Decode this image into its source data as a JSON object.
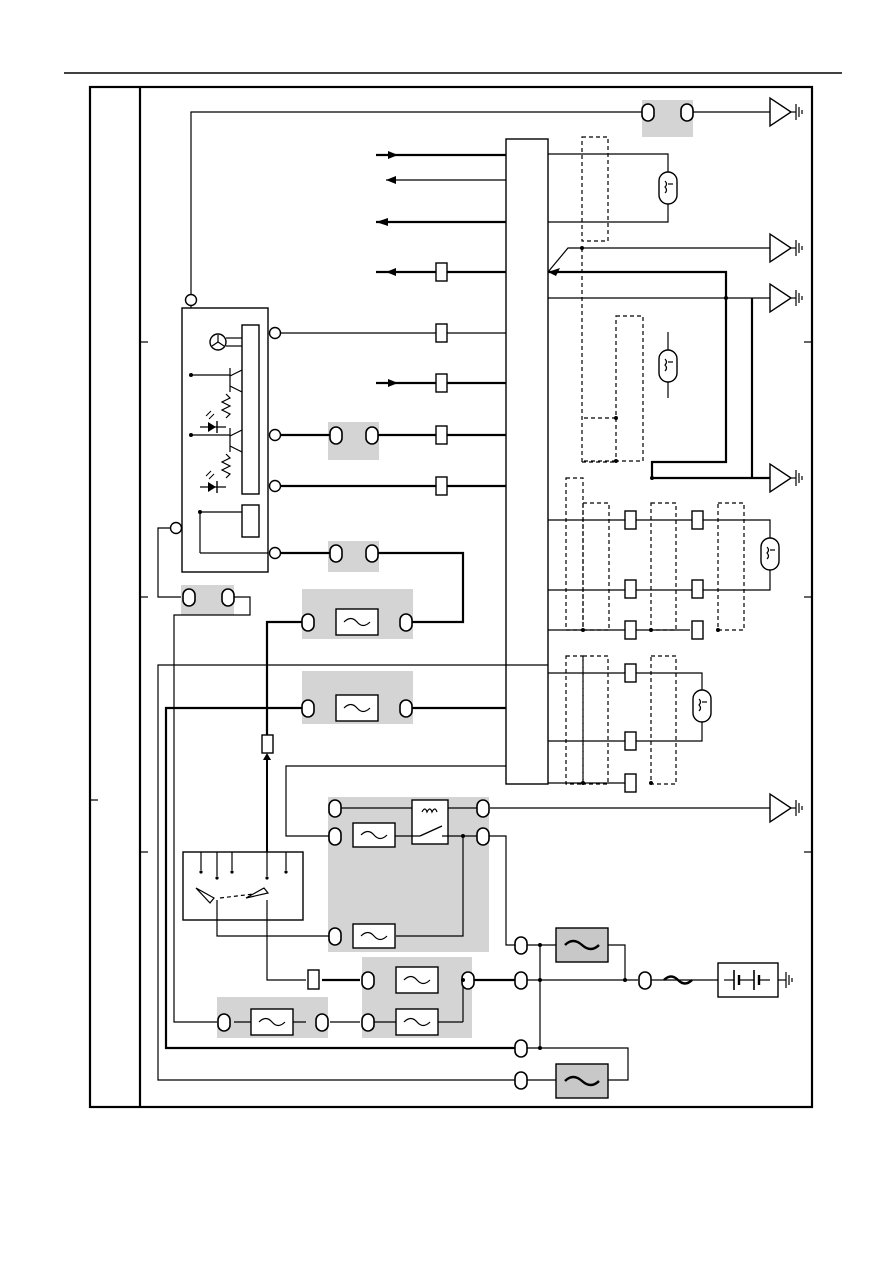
{
  "diagram": {
    "kind": "wiring-schematic",
    "background": "#ffffff",
    "line_color": "#000000",
    "shade_color": "#d4d4d4",
    "fuse_shade_color": "#c8c8c8",
    "text_labels": []
  },
  "legend": {
    "ground-icon": "ground symbol",
    "connector-pin-icon": "in-line connector pin",
    "fuse-icon": "fuse",
    "fusible-link-icon": "fusible link",
    "lamp-bulb-icon": "bulb",
    "relay-coil-icon": "relay coil",
    "battery-icon": "battery",
    "led-icon": "light emitting diode",
    "transistor-icon": "transistor",
    "resistor-icon": "resistor",
    "buzzer-icon": "buzzer",
    "ignition-switch-icon": "switch"
  }
}
